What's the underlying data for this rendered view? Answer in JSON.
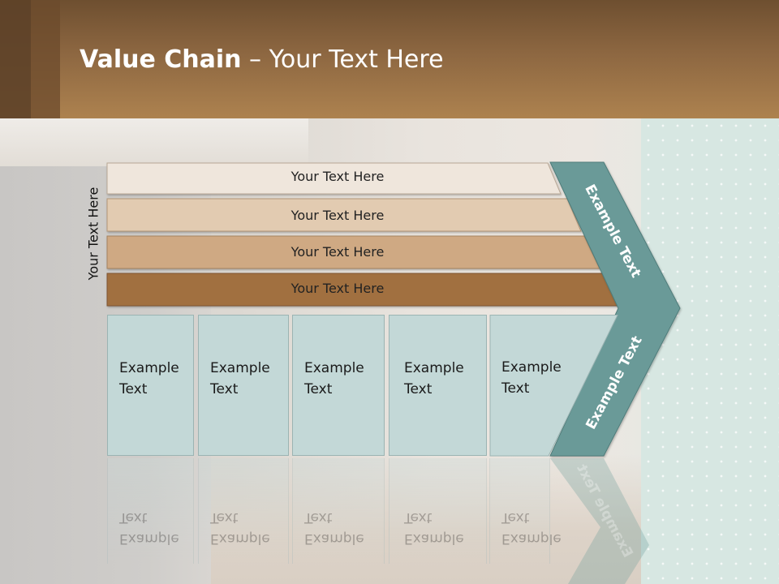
{
  "slide": {
    "title_bold": "Value Chain",
    "title_rest": " – Your Text Here"
  },
  "side_label": "Your Text Here",
  "support_bars": [
    {
      "label": "Your Text Here",
      "color": "#efe6dc"
    },
    {
      "label": "Your Text Here",
      "color": "#e2cbb1"
    },
    {
      "label": "Your Text Here",
      "color": "#cfa983"
    },
    {
      "label": "Your Text Here",
      "color": "#a1703f"
    }
  ],
  "primary_columns": [
    {
      "line1": "Example",
      "line2": "Text"
    },
    {
      "line1": "Example",
      "line2": "Text"
    },
    {
      "line1": "Example",
      "line2": "Text"
    },
    {
      "line1": "Example",
      "line2": "Text"
    },
    {
      "line1": "Example",
      "line2": "Text"
    }
  ],
  "margin": {
    "upper_label": "Example Text",
    "lower_label": "Example Text",
    "color": "#6a9a98"
  },
  "colors": {
    "header_top": "#6e4f30",
    "header_bottom": "#ad824f",
    "column_fill": "#c3d8d7"
  }
}
